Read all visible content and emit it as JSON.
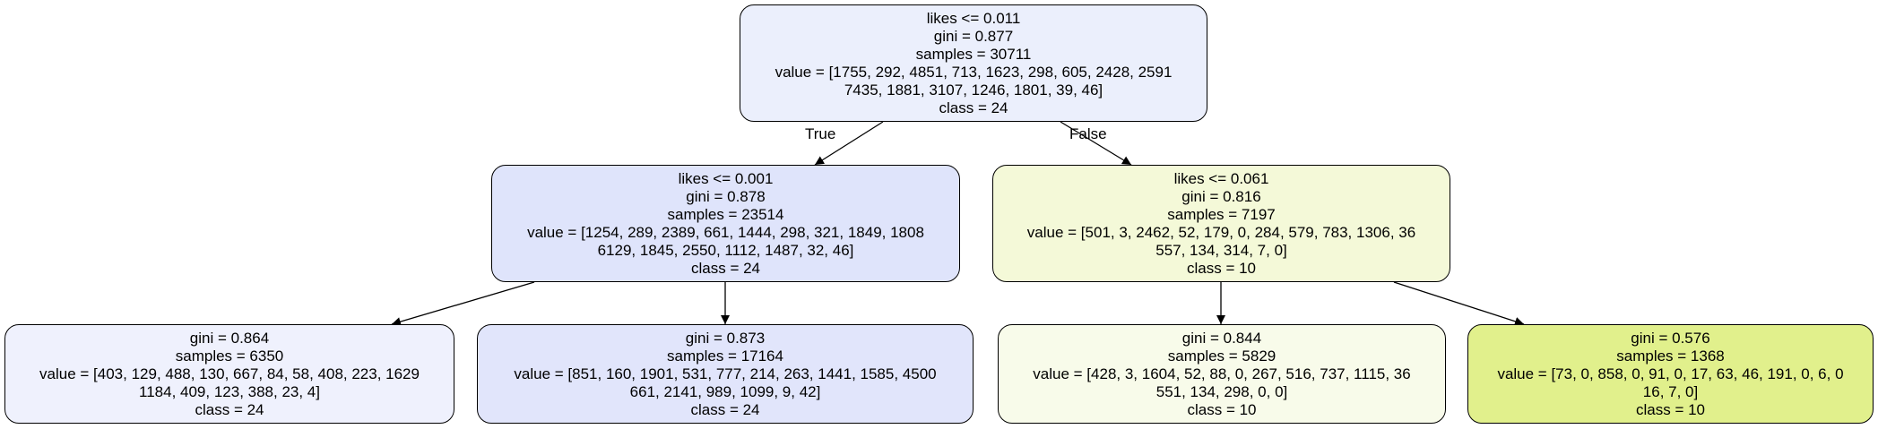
{
  "nodes": {
    "root": {
      "fill": "#ebeffc",
      "lines": [
        "likes <= 0.011",
        "gini = 0.877",
        "samples = 30711",
        "value = [1755, 292, 4851, 713, 1623, 298, 605, 2428, 2591",
        "7435, 1881, 3107, 1246, 1801, 39, 46]",
        "class = 24"
      ]
    },
    "left": {
      "fill": "#dfe4fb",
      "lines": [
        "likes <= 0.001",
        "gini = 0.878",
        "samples = 23514",
        "value = [1254, 289, 2389, 661, 1444, 298, 321, 1849, 1808",
        "6129, 1845, 2550, 1112, 1487, 32, 46]",
        "class = 24"
      ]
    },
    "right": {
      "fill": "#f4f9d8",
      "lines": [
        "likes <= 0.061",
        "gini = 0.816",
        "samples = 7197",
        "value = [501, 3, 2462, 52, 179, 0, 284, 579, 783, 1306, 36",
        "557, 134, 314, 7, 0]",
        "class = 10"
      ]
    },
    "left_left": {
      "fill": "#eff1fd",
      "lines": [
        "gini = 0.864",
        "samples = 6350",
        "value = [403, 129, 488, 130, 667, 84, 58, 408, 223, 1629",
        "1184, 409, 123, 388, 23, 4]",
        "class = 24"
      ]
    },
    "left_right": {
      "fill": "#e1e5fb",
      "lines": [
        "gini = 0.873",
        "samples = 17164",
        "value = [851, 160, 1901, 531, 777, 214, 263, 1441, 1585, 4500",
        "661, 2141, 989, 1099, 9, 42]",
        "class = 24"
      ]
    },
    "right_left": {
      "fill": "#f8fbea",
      "lines": [
        "gini = 0.844",
        "samples = 5829",
        "value = [428, 3, 1604, 52, 88, 0, 267, 516, 737, 1115, 36",
        "551, 134, 298, 0, 0]",
        "class = 10"
      ]
    },
    "right_right": {
      "fill": "#e1f08c",
      "lines": [
        "gini = 0.576",
        "samples = 1368",
        "value = [73, 0, 858, 0, 91, 0, 17, 63, 46, 191, 0, 6, 0",
        "16, 7, 0]",
        "class = 10"
      ]
    }
  },
  "edge_labels": {
    "true": "True",
    "false": "False"
  }
}
